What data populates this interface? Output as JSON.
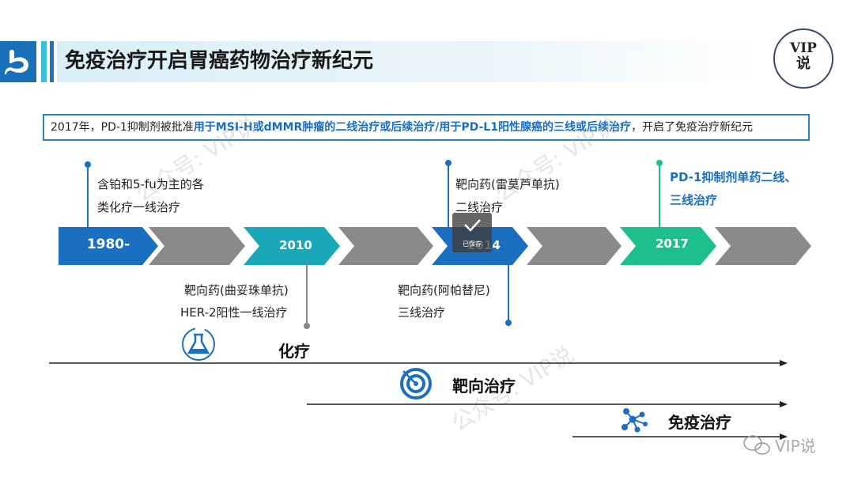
{
  "header": {
    "title": "免疫治疗开启胃癌药物治疗新纪元",
    "badge_line1": "VIP",
    "badge_line2": "说"
  },
  "summary": {
    "prefix": "2017年，PD-1抑制剂被批准",
    "highlight": "用于MSI-H或dMMR肿瘤的二线治疗或后续治疗/用于PD-L1阳性腺癌的三线或后续治疗",
    "suffix": "，开启了免疫治疗新纪元"
  },
  "timeline": {
    "chevrons": [
      {
        "label": "1980-",
        "color": "#1b6fc0"
      },
      {
        "label": "",
        "color": "#8a8a8a"
      },
      {
        "label": "2010",
        "color": "#19a8b8"
      },
      {
        "label": "",
        "color": "#8a8a8a"
      },
      {
        "label": "2014",
        "color": "#1b6fc0"
      },
      {
        "label": "",
        "color": "#8a8a8a"
      },
      {
        "label": "2017",
        "color": "#1dbf8f"
      },
      {
        "label": "",
        "color": "#8a8a8a"
      }
    ],
    "events_top": [
      {
        "line1": "含铂和5-fu为主的各",
        "line2": "类化疗一线治疗"
      },
      {
        "line1": "靶向药(雷莫芦单抗)",
        "line2": "二线治疗"
      },
      {
        "line1": "PD-1抑制剂单药二线、",
        "line2": "三线治疗"
      }
    ],
    "events_bottom": [
      {
        "line1": "靶向药(曲妥珠单抗)",
        "line2": "HER-2阳性一线治疗"
      },
      {
        "line1": "靶向药(阿帕替尼)",
        "line2": "三线治疗"
      }
    ]
  },
  "eras": {
    "chemo": "化疗",
    "targeted": "靶向治疗",
    "immuno": "免疫治疗"
  },
  "overlay": {
    "check_label": "已保存"
  },
  "watermarks": {
    "gzh": "公众号: VIP说",
    "footer": "VIP说"
  },
  "colors": {
    "primary_blue": "#1b6fc0",
    "teal": "#19a8b8",
    "green": "#1dbf8f",
    "gray": "#8a8a8a"
  }
}
